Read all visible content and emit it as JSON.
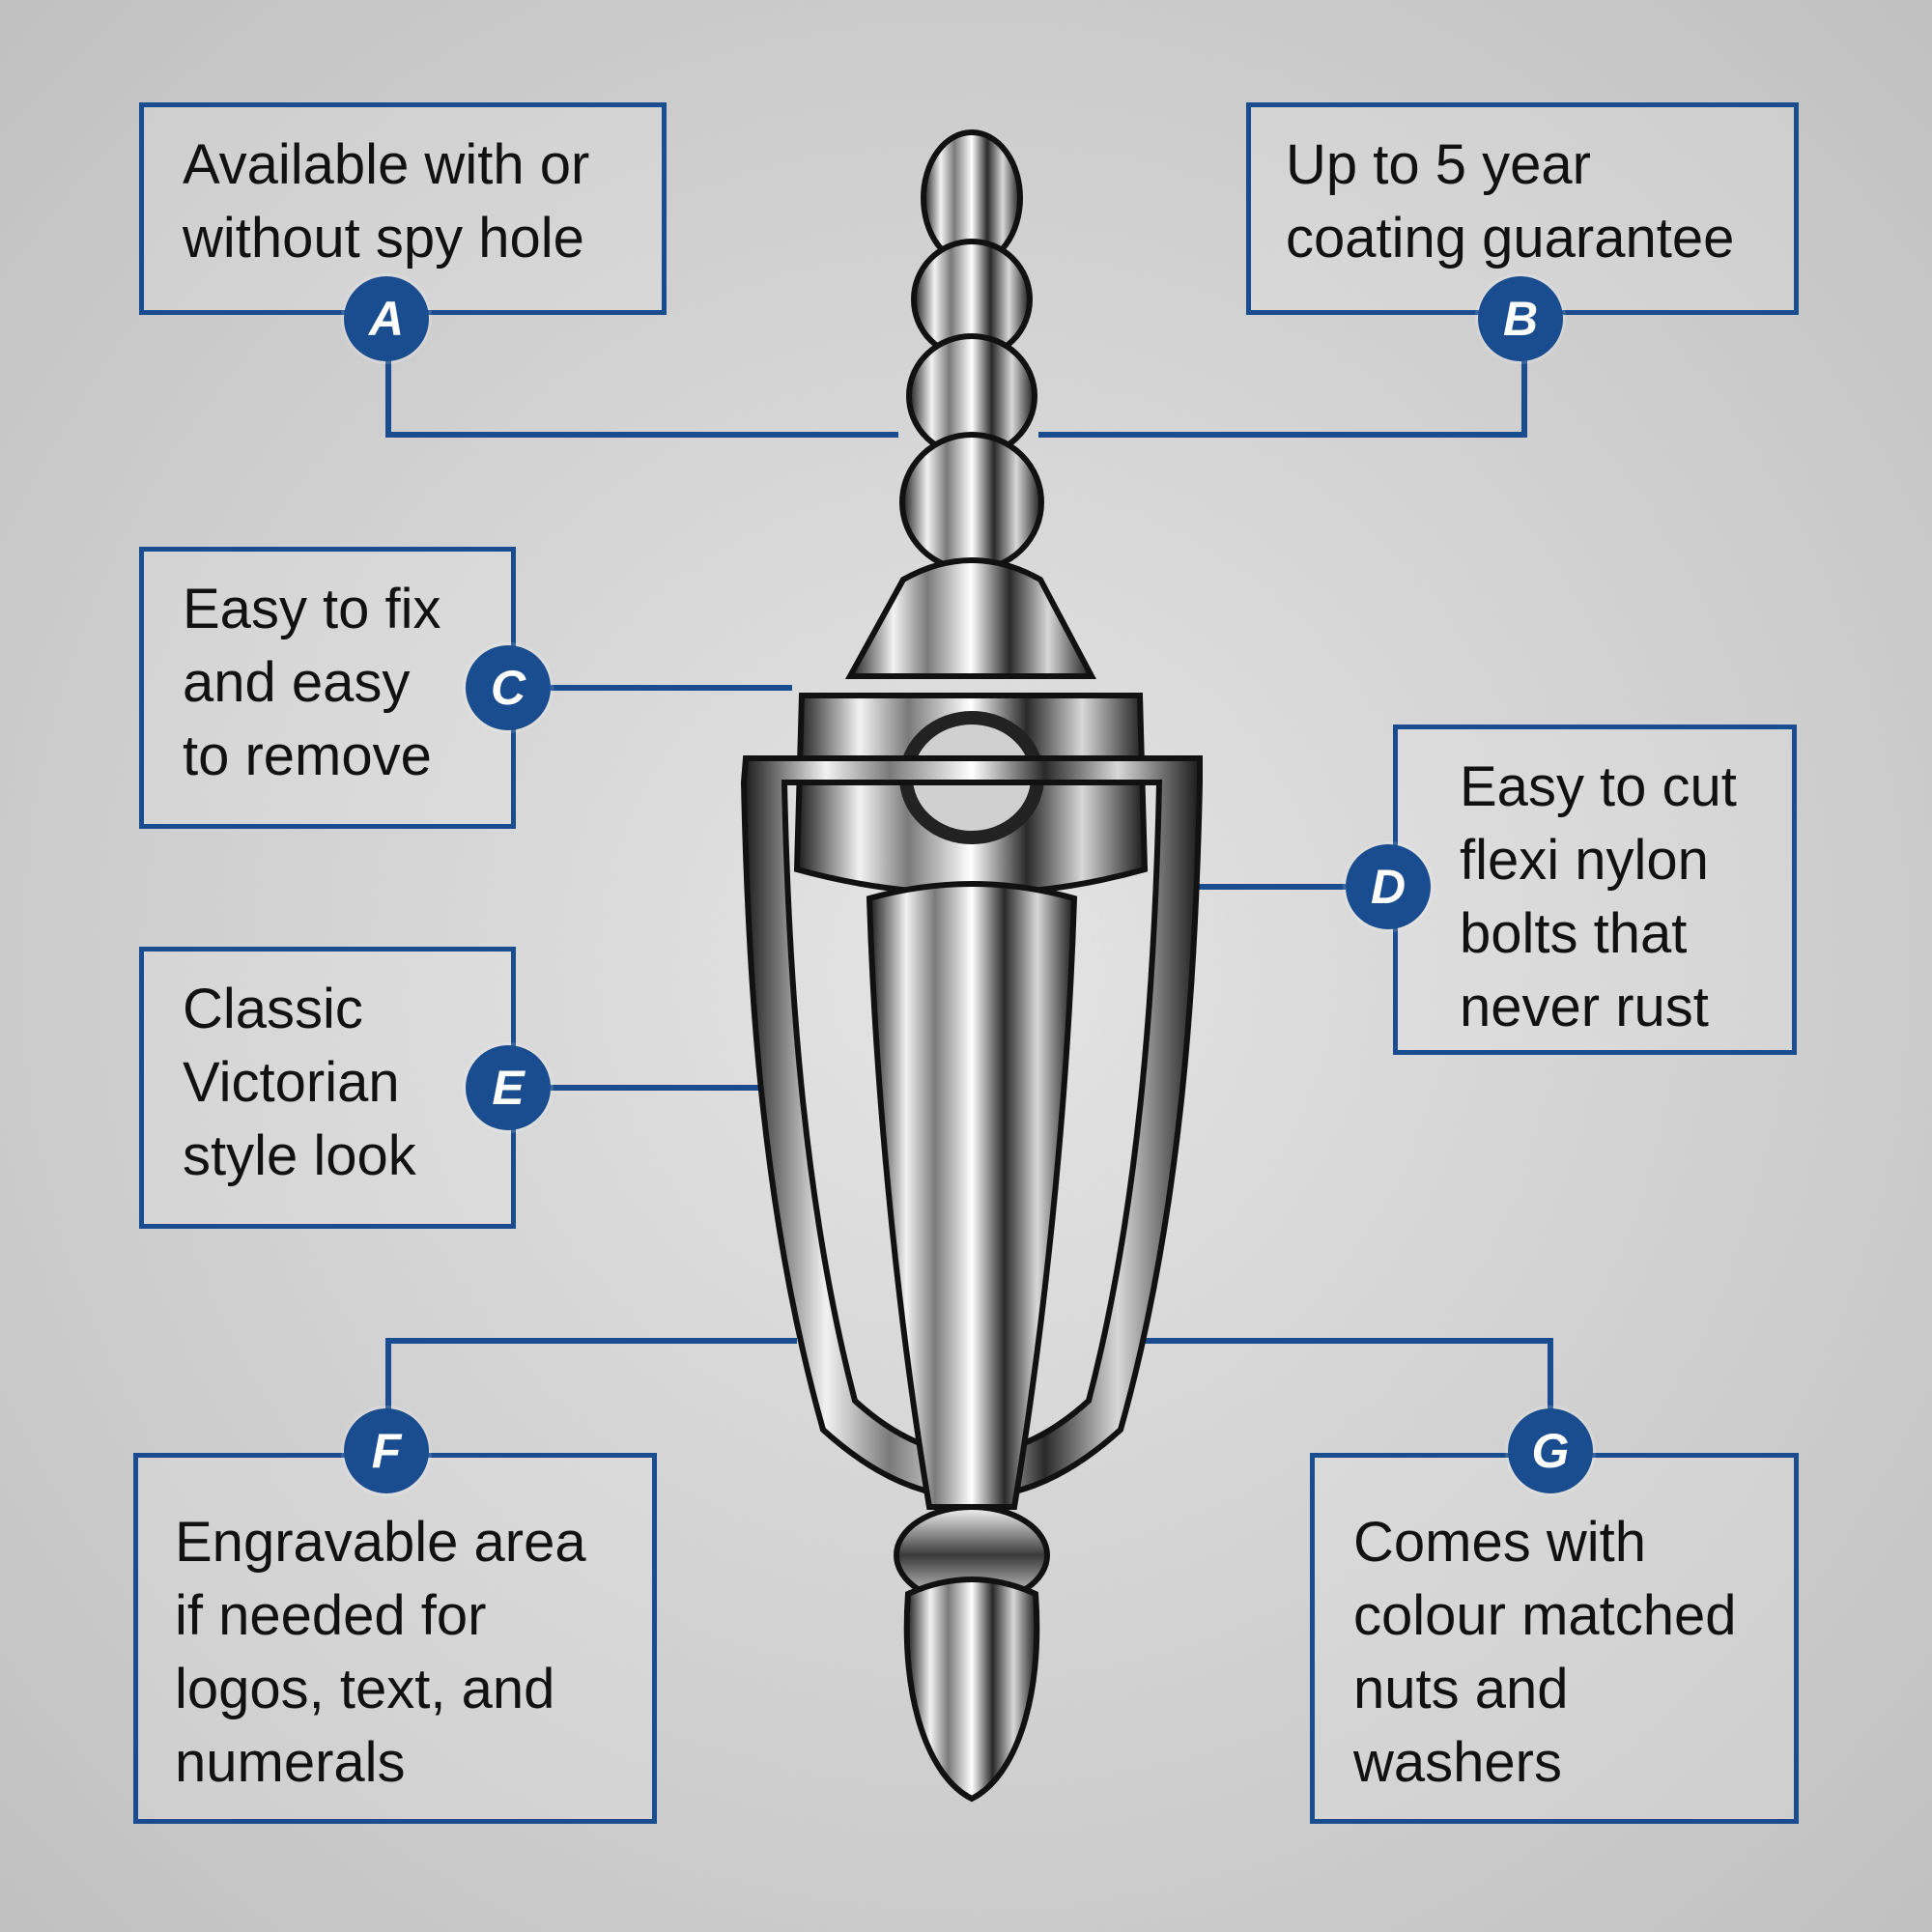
{
  "theme": {
    "accent": "#1a4d8f",
    "background": "#d9d9d9",
    "text": "#111111"
  },
  "callouts": [
    {
      "id": "A",
      "badge": "A",
      "text": "Available with or\nwithout spy hole"
    },
    {
      "id": "B",
      "badge": "B",
      "text": "Up to 5 year\ncoating guarantee"
    },
    {
      "id": "C",
      "badge": "C",
      "text": "Easy to fix\nand easy\nto remove"
    },
    {
      "id": "D",
      "badge": "D",
      "text": "Easy to cut\nflexi nylon\nbolts that\nnever rust"
    },
    {
      "id": "E",
      "badge": "E",
      "text": "Classic\nVictorian\nstyle look"
    },
    {
      "id": "F",
      "badge": "F",
      "text": "Engravable area\nif needed for\nlogos, text, and\nnumerals"
    },
    {
      "id": "G",
      "badge": "G",
      "text": "Comes with\ncolour matched\nnuts and\nwashers"
    }
  ]
}
